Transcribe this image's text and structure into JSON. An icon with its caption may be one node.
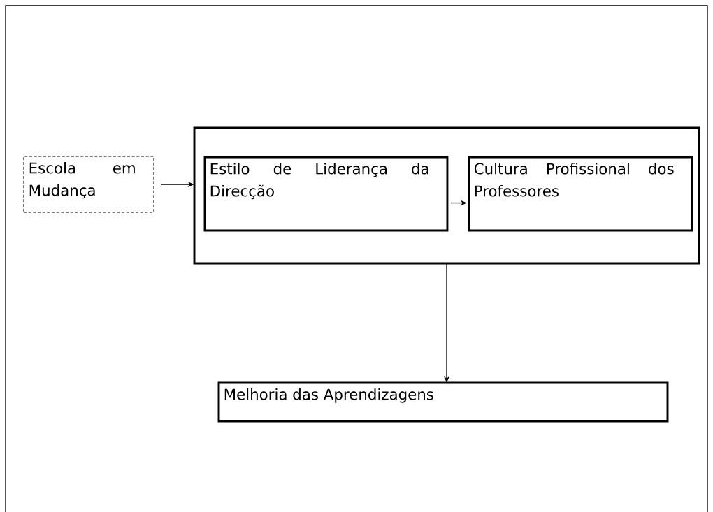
{
  "diagram": {
    "nodes": [
      {
        "text": [
          "Escola em Mudança"
        ]
      },
      {
        "text": [],
        "shape": "box"
      },
      {
        "text": [
          "Estilo de Liderança da Direcção"
        ],
        "in": 1
      },
      {
        "text": [
          "Cultura Profissional dos Professores"
        ],
        "in": 1
      },
      {
        "text": [
          "Melhoria das Aprendizagens"
        ]
      }
    ],
    "edges": [
      {
        "from": 0,
        "to": 1,
        "arrow": "to"
      },
      {
        "from": 2,
        "to": 3,
        "arrow": "to"
      },
      {
        "from": 1,
        "to": 4,
        "arrow": "to"
      }
    ]
  }
}
